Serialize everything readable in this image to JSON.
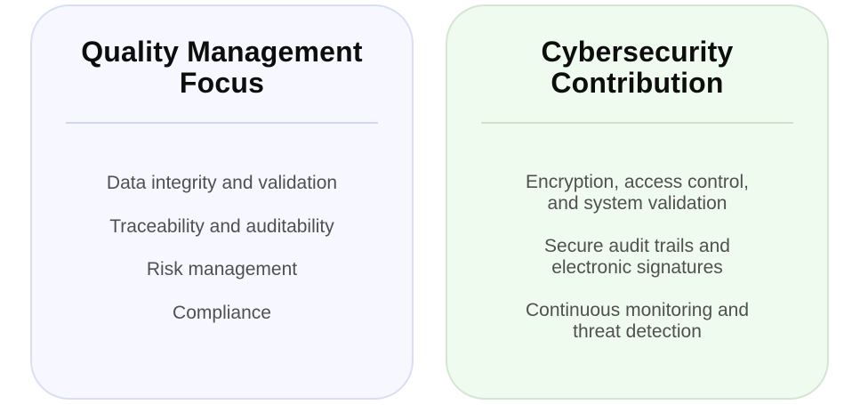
{
  "cards": [
    {
      "title_lines": [
        "Quality Management",
        "Focus"
      ],
      "items": [
        [
          "Data integrity and validation"
        ],
        [
          "Traceability and auditability"
        ],
        [
          "Risk management"
        ],
        [
          "Compliance"
        ]
      ]
    },
    {
      "title_lines": [
        "Cybersecurity",
        "Contribution"
      ],
      "items": [
        [
          "Encryption, access control,",
          "and system validation"
        ],
        [
          "Secure audit trails and",
          "electronic signatures"
        ],
        [
          "Continuous monitoring and",
          "threat detection"
        ]
      ]
    }
  ],
  "colors": {
    "left_card_bg": "#f7f8ff",
    "left_card_border": "#d9def8",
    "right_card_bg": "#f0fbef",
    "right_card_border": "#d3e6d1",
    "title_text": "#0d0d0d",
    "item_text": "#505050"
  }
}
